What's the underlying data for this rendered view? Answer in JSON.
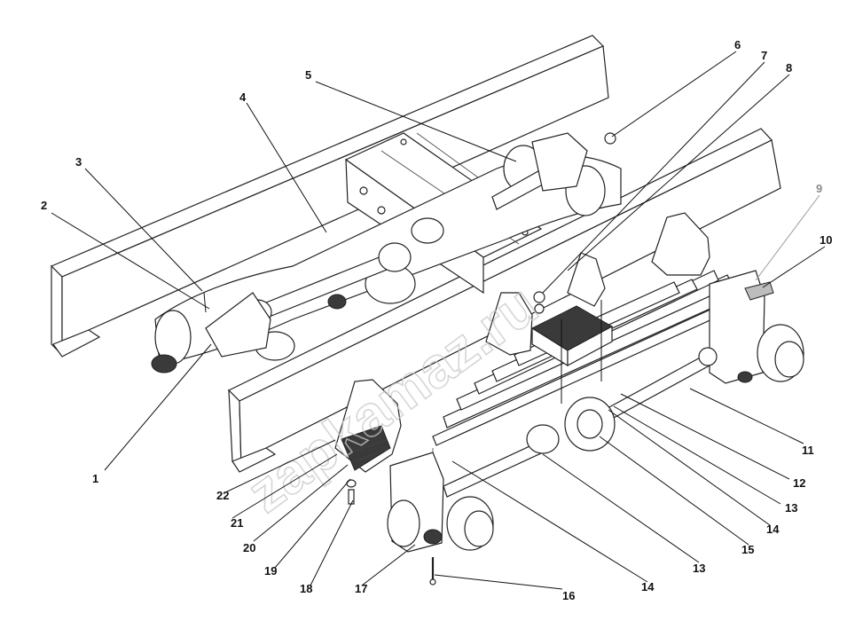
{
  "diagram": {
    "watermark": "zapkamaz.ru",
    "callouts": [
      {
        "id": "c1",
        "label": "1"
      },
      {
        "id": "c2",
        "label": "2"
      },
      {
        "id": "c3",
        "label": "3"
      },
      {
        "id": "c4",
        "label": "4"
      },
      {
        "id": "c5",
        "label": "5"
      },
      {
        "id": "c6",
        "label": "6"
      },
      {
        "id": "c7",
        "label": "7"
      },
      {
        "id": "c8",
        "label": "8"
      },
      {
        "id": "c9",
        "label": "9"
      },
      {
        "id": "c10",
        "label": "10"
      },
      {
        "id": "c11",
        "label": "11"
      },
      {
        "id": "c12",
        "label": "12"
      },
      {
        "id": "c13a",
        "label": "13"
      },
      {
        "id": "c13b",
        "label": "13"
      },
      {
        "id": "c14a",
        "label": "14"
      },
      {
        "id": "c14b",
        "label": "14"
      },
      {
        "id": "c15",
        "label": "15"
      },
      {
        "id": "c16",
        "label": "16"
      },
      {
        "id": "c17",
        "label": "17"
      },
      {
        "id": "c18",
        "label": "18"
      },
      {
        "id": "c19",
        "label": "19"
      },
      {
        "id": "c20",
        "label": "20"
      },
      {
        "id": "c21",
        "label": "21"
      },
      {
        "id": "c22",
        "label": "22"
      }
    ]
  }
}
